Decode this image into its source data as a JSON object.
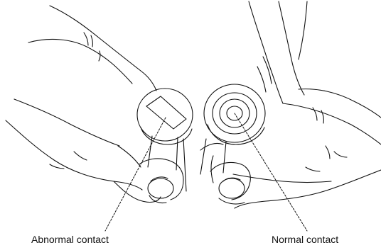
{
  "labels": {
    "abnormal": "Abnormal contact",
    "normal": "Normal contact"
  },
  "illustration": {
    "left_part": "valve-head-with-rectangular-contact-pattern",
    "right_part": "valve-head-with-concentric-ring-contact-pattern",
    "line_color": "#111111",
    "background": "#ffffff"
  }
}
